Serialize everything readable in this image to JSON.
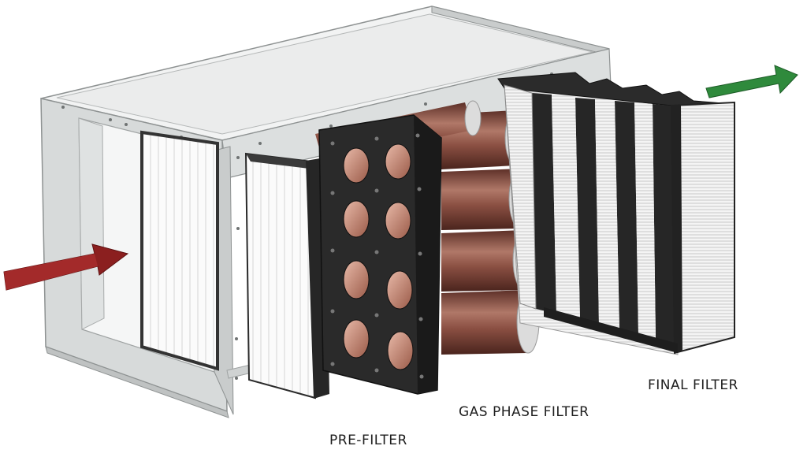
{
  "labels": {
    "pre_filter": "PRE-FILTER",
    "gas_phase_filter": "GAS PHASE FILTER",
    "final_filter": "FINAL FILTER"
  },
  "colors": {
    "inlet_arrow": "#8b1f1f",
    "outlet_arrow": "#2f8a3c",
    "housing_frame": "#cfd2d2",
    "filter_frame": "#262626",
    "carbon_cylinders": "#7a4438"
  },
  "icons": {
    "inlet": "airflow-in-arrow-icon",
    "outlet": "airflow-out-arrow-icon"
  }
}
